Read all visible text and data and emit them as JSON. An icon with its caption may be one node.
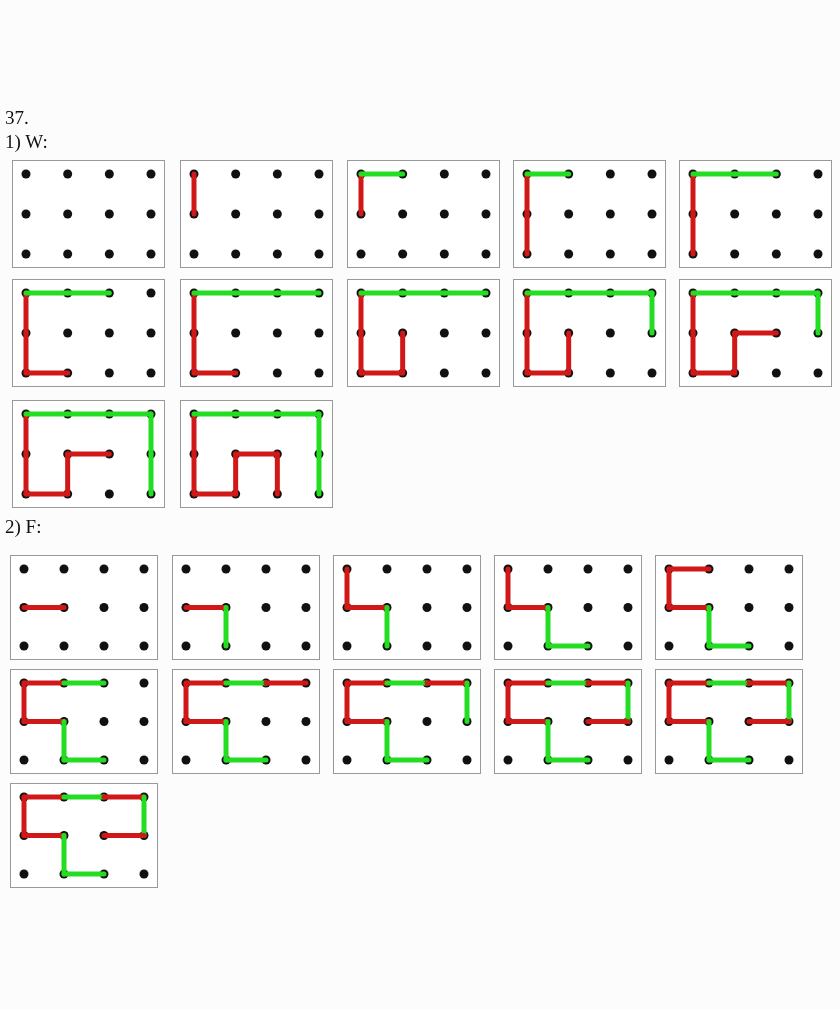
{
  "diagram": {
    "labels": [
      "37.",
      "1) W:",
      "2) F:"
    ]
  }
}
